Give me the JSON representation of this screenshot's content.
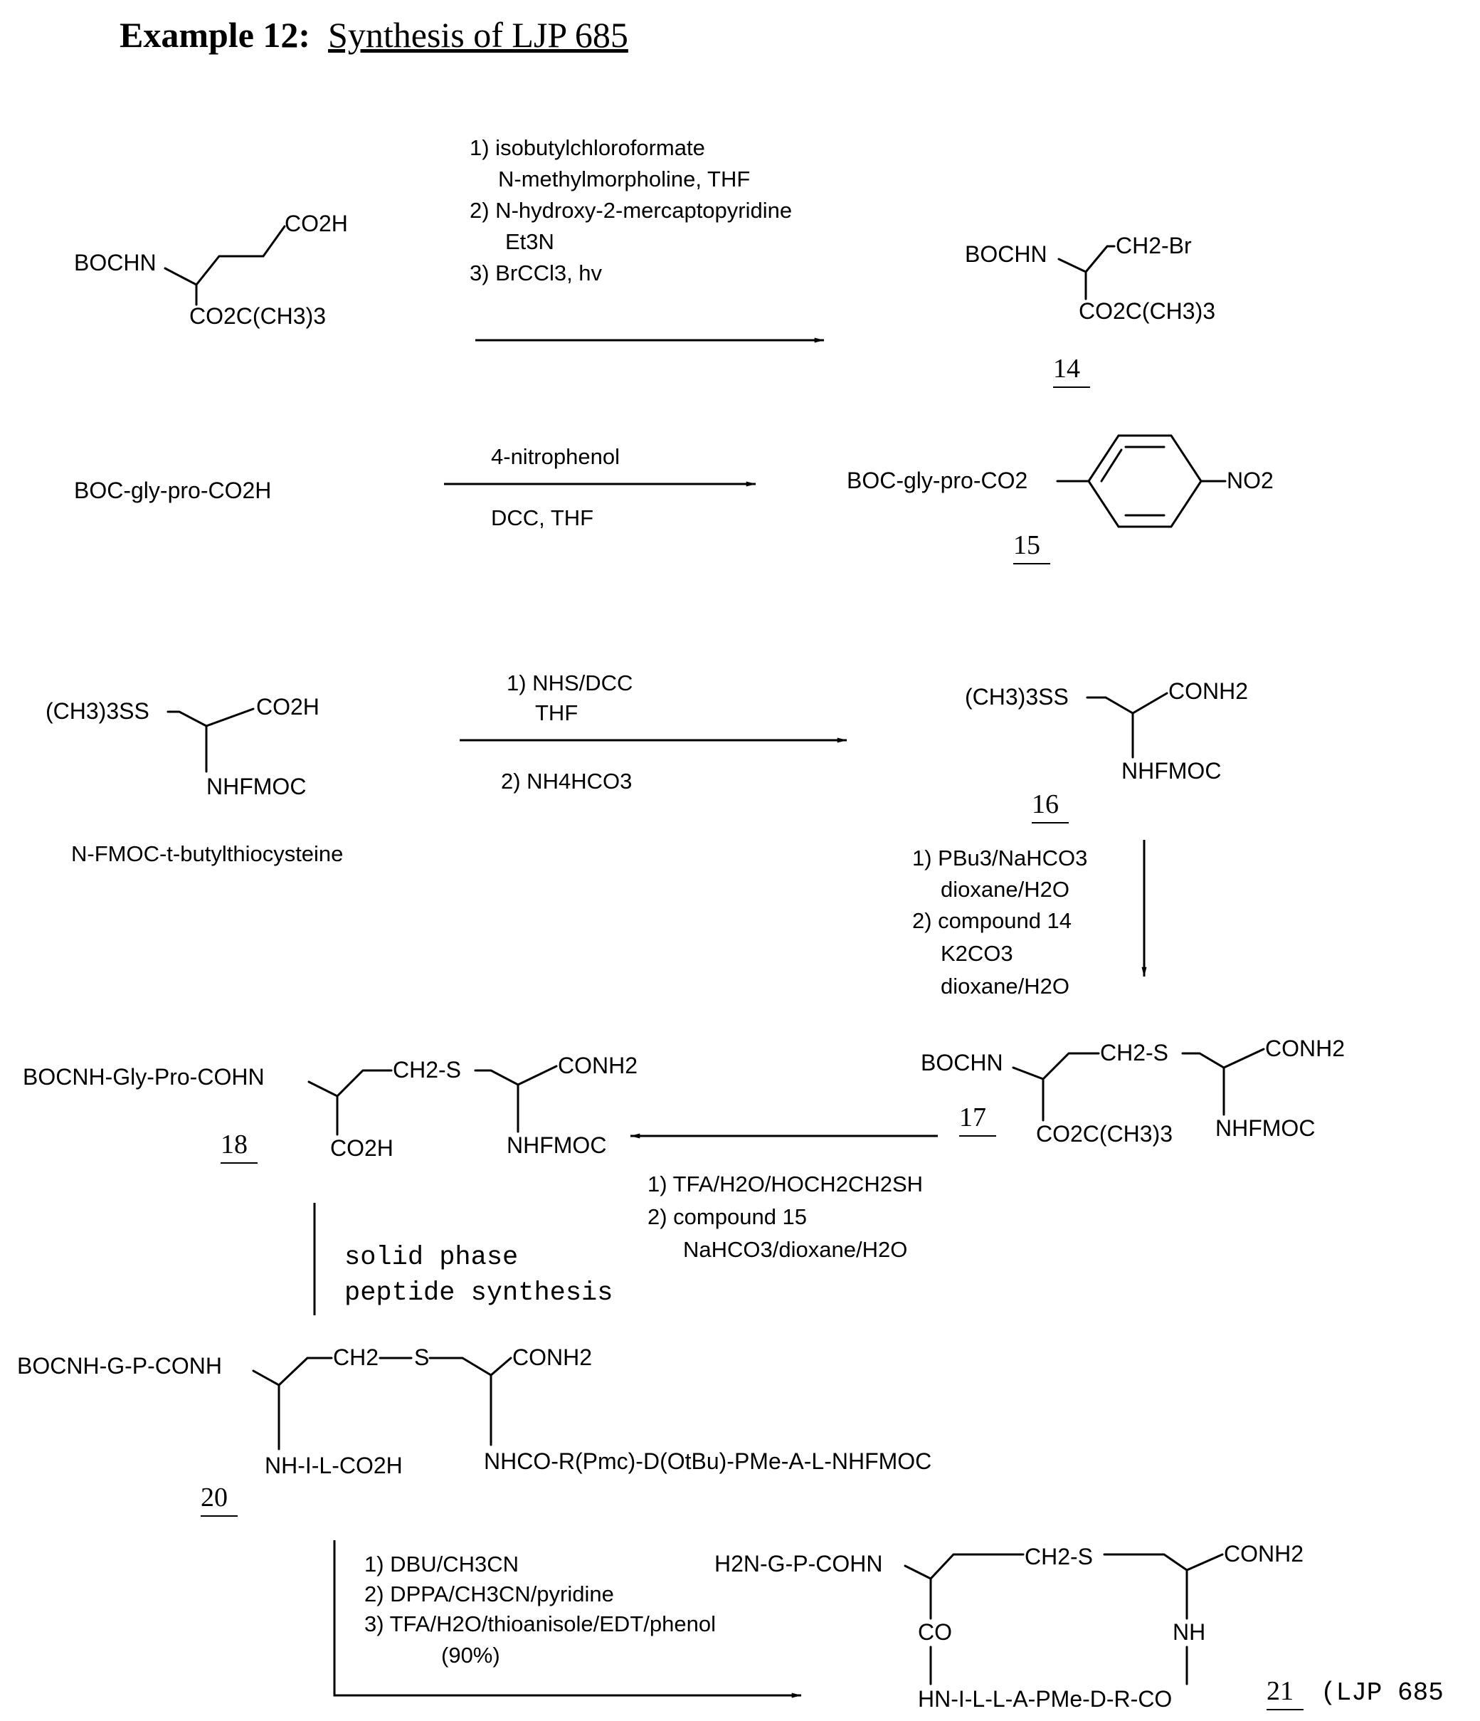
{
  "header": {
    "example": "Example 12:",
    "title": "Synthesis of LJP 685"
  },
  "step1": {
    "sm": {
      "boc": "BOCHN",
      "acid": "CO2H",
      "ester": "CO2C(CH3)3"
    },
    "reagents": [
      "1) isobutylchloroformate",
      "N-methylmorpholine, THF",
      "2) N-hydroxy-2-mercaptopyridine",
      "Et3N",
      "3) BrCCl3, hv"
    ],
    "product": {
      "boc": "BOCHN",
      "side": "CH2-Br",
      "ester": "CO2C(CH3)3",
      "label": "14"
    }
  },
  "step2": {
    "sm": "BOC-gly-pro-CO2H",
    "reagent_top": "4-nitrophenol",
    "reagent_bottom": "DCC, THF",
    "product": {
      "left": "BOC-gly-pro-CO2",
      "nitro": "NO2",
      "label": "15"
    }
  },
  "step3": {
    "sm": {
      "side": "(CH3)3SS",
      "acid": "CO2H",
      "amine": "NHFMOC",
      "name": "N-FMOC-t-butylthiocysteine"
    },
    "reagents_top": [
      "1) NHS/DCC",
      "THF"
    ],
    "reagent_bottom": "2) NH4HCO3",
    "product": {
      "side": "(CH3)3SS",
      "amide": "CONH2",
      "amine": "NHFMOC",
      "label": "16"
    }
  },
  "step4": {
    "reagents": [
      "1) PBu3/NaHCO3",
      "dioxane/H2O",
      "2) compound 14",
      "K2CO3",
      "dioxane/H2O"
    ],
    "product": {
      "boc": "BOCHN",
      "ch2s": "CH2-S",
      "amide": "CONH2",
      "ester": "CO2C(CH3)3",
      "amine": "NHFMOC",
      "label": "17"
    }
  },
  "step5": {
    "reagents": [
      "1) TFA/H2O/HOCH2CH2SH",
      "2) compound 15",
      "NaHCO3/dioxane/H2O"
    ],
    "product": {
      "left": "BOCNH-Gly-Pro-COHN",
      "ch2s": "CH2-S",
      "amide": "CONH2",
      "acid": "CO2H",
      "amine": "NHFMOC",
      "label": "18"
    }
  },
  "step6": {
    "reagents": [
      "solid phase",
      "peptide synthesis"
    ],
    "product": {
      "left": "BOCNH-G-P-CONH",
      "ch2": "CH2",
      "s": "S",
      "amide": "CONH2",
      "chain1": "NH-I-L-CO2H",
      "chain2": "NHCO-R(Pmc)-D(OtBu)-PMe-A-L-NHFMOC",
      "label": "20"
    }
  },
  "step7": {
    "reagents": [
      "1) DBU/CH3CN",
      "2) DPPA/CH3CN/pyridine",
      "3) TFA/H2O/thioanisole/EDT/phenol",
      "(90%)"
    ],
    "product": {
      "left": "H2N-G-P-COHN",
      "ch2s": "CH2-S",
      "amide": "CONH2",
      "co": "CO",
      "nh": "NH",
      "bottom": "HN-I-L-L-A-PMe-D-R-CO",
      "label": "21",
      "name": "(LJP 685"
    }
  }
}
